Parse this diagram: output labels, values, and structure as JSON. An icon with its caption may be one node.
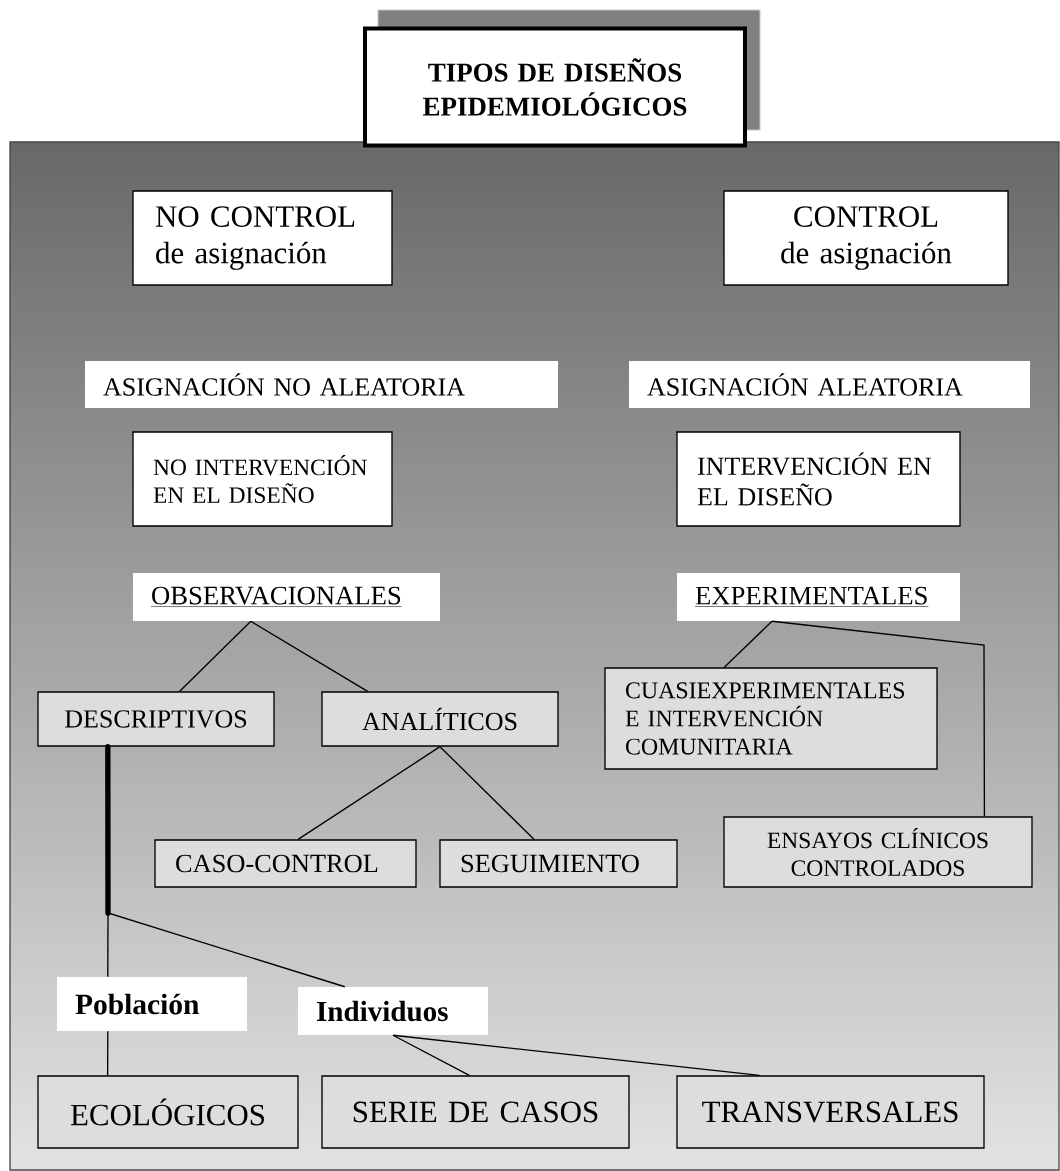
{
  "diagram": {
    "title": "TIPOS DE DISEÑOS EPIDEMIOLÓGICOS",
    "nodes": [
      {
        "text": [
          "NO CONTROL de asignación"
        ]
      },
      {
        "text": [
          "CONTROL de asignación"
        ]
      },
      {
        "text": [
          "ASIGNACIÓN NO ALEATORIA"
        ]
      },
      {
        "text": [
          "ASIGNACIÓN ALEATORIA"
        ]
      },
      {
        "text": [
          "NO INTERVENCIÓN EN EL DISEÑO"
        ]
      },
      {
        "text": [
          "INTERVENCIÓN EN EL DISEÑO"
        ]
      },
      {
        "text": [
          "OBSERVACIONALES"
        ]
      },
      {
        "text": [
          "EXPERIMENTALES"
        ]
      },
      {
        "text": [
          "DESCRIPTIVOS"
        ]
      },
      {
        "text": [
          "ANALÍTICOS"
        ]
      },
      {
        "text": [
          "CUASIEXPERIMENTALES E INTERVENCIÓN COMUNITARIA"
        ]
      },
      {
        "text": [
          "CASO-CONTROL"
        ]
      },
      {
        "text": [
          "SEGUIMIENTO"
        ]
      },
      {
        "text": [
          "ENSAYOS CLÍNICOS CONTROLADOS"
        ]
      },
      {
        "text": [
          "Población"
        ]
      },
      {
        "text": [
          "Individuos"
        ]
      },
      {
        "text": [
          "ECOLÓGICOS"
        ]
      },
      {
        "text": [
          "SERIE DE CASOS"
        ]
      },
      {
        "text": [
          "TRANSVERSALES"
        ]
      }
    ],
    "edges": [
      {
        "from": 6,
        "to": 8,
        "arrow": "none"
      },
      {
        "from": 6,
        "to": 9,
        "arrow": "none"
      },
      {
        "from": 7,
        "to": 10,
        "arrow": "none"
      },
      {
        "from": 7,
        "to": 13,
        "arrow": "none"
      },
      {
        "from": 9,
        "to": 11,
        "arrow": "none"
      },
      {
        "from": 9,
        "to": 12,
        "arrow": "none"
      },
      {
        "from": 8,
        "to": 14,
        "arrow": "none",
        "style": "thick"
      },
      {
        "from": 8,
        "to": 15,
        "arrow": "none"
      },
      {
        "from": 14,
        "to": 16,
        "arrow": "none"
      },
      {
        "from": 15,
        "to": 17,
        "arrow": "none"
      },
      {
        "from": 15,
        "to": 18,
        "arrow": "none"
      }
    ]
  }
}
